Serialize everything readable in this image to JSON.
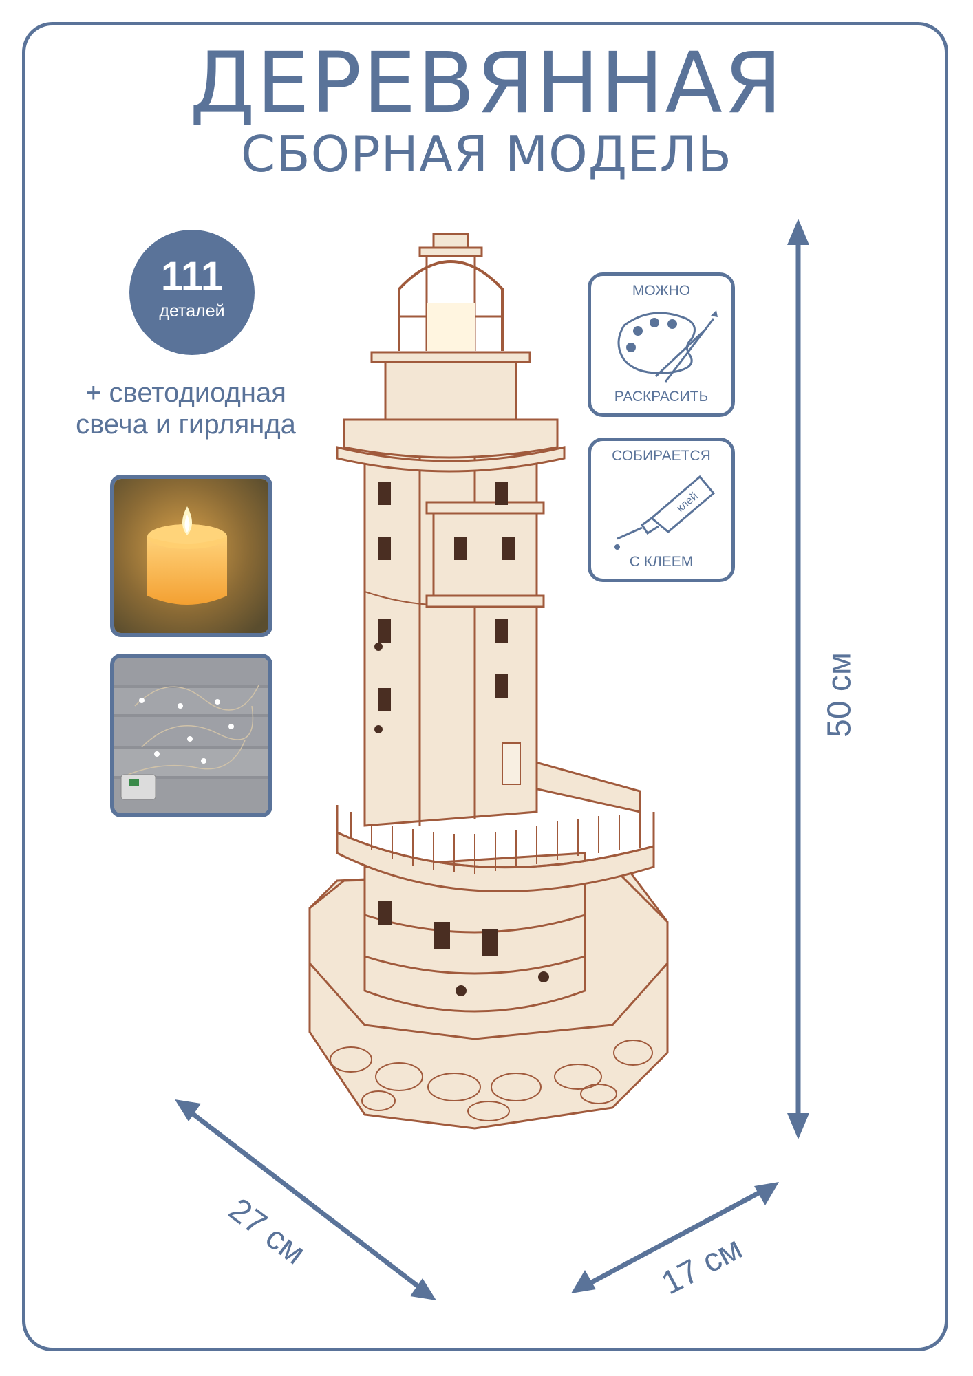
{
  "title": {
    "line1": "ДЕРЕВЯННАЯ",
    "line2": "СБОРНАЯ МОДЕЛЬ"
  },
  "parts": {
    "count": "111",
    "label": "деталей"
  },
  "extras": {
    "line1": "+ светодиодная",
    "line2": "свеча и гирлянда"
  },
  "badges": {
    "paint": {
      "top": "МОЖНО",
      "bottom": "РАСКРАСИТЬ",
      "icon": "palette-icon"
    },
    "glue": {
      "top": "СОБИРАЕТСЯ",
      "bottom": "С КЛЕЕМ",
      "tube_text": "клей",
      "icon": "glue-tube-icon"
    }
  },
  "dimensions": {
    "height": "50 см",
    "length": "27 см",
    "width": "17 см"
  },
  "colors": {
    "accent": "#5a7399",
    "wood": "#f3e6d4",
    "wood_edge": "#a05a3c",
    "candle_glow": "#f7b23b"
  }
}
